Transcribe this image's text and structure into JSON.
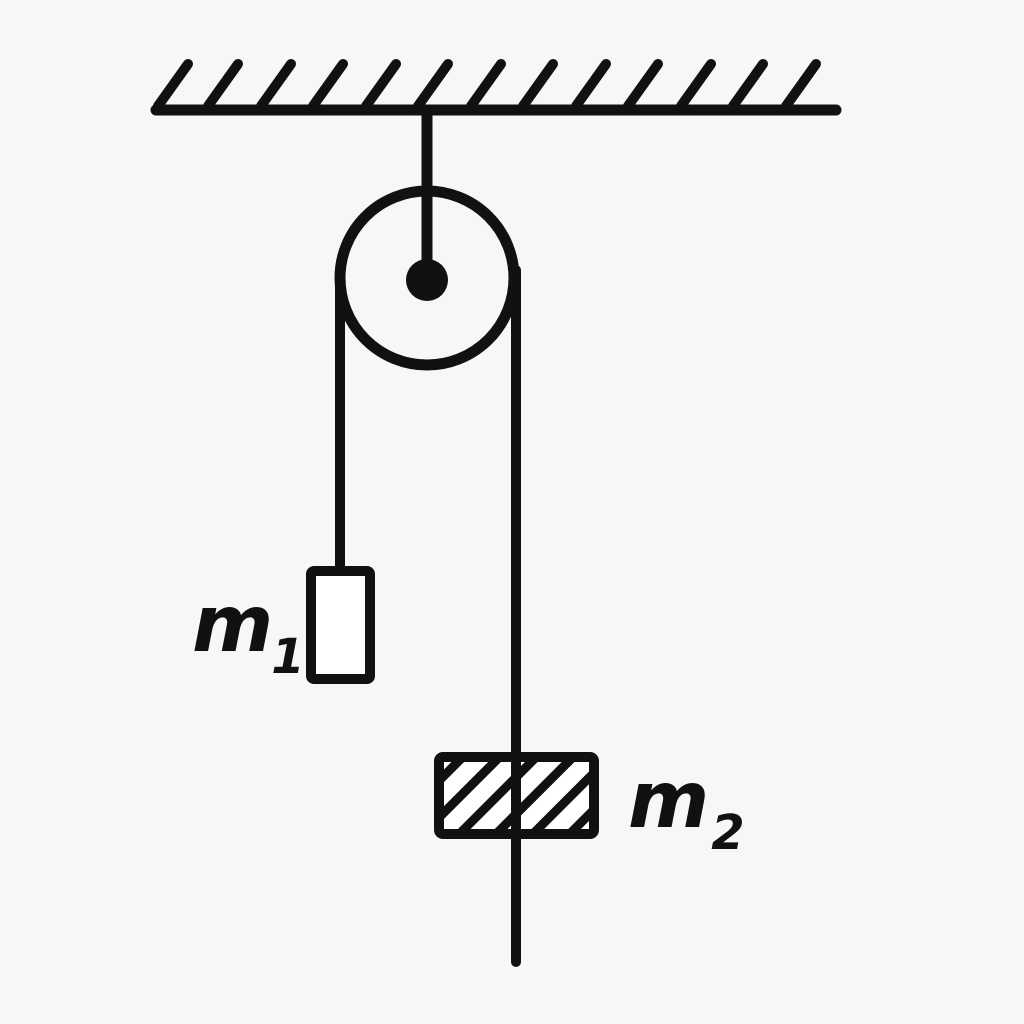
{
  "diagram": {
    "type": "atwood-machine",
    "colors": {
      "stroke": "#111111",
      "background": "#f7f7f7",
      "hatch_fill": "#ffffff"
    },
    "ceiling": {
      "hatch_count": 13
    },
    "pulley": {
      "center_label": ""
    },
    "masses": [
      {
        "id": "m1",
        "symbol": "m",
        "subscript": "1",
        "style": "hollow"
      },
      {
        "id": "m2",
        "symbol": "m",
        "subscript": "2",
        "style": "hatched"
      }
    ]
  }
}
